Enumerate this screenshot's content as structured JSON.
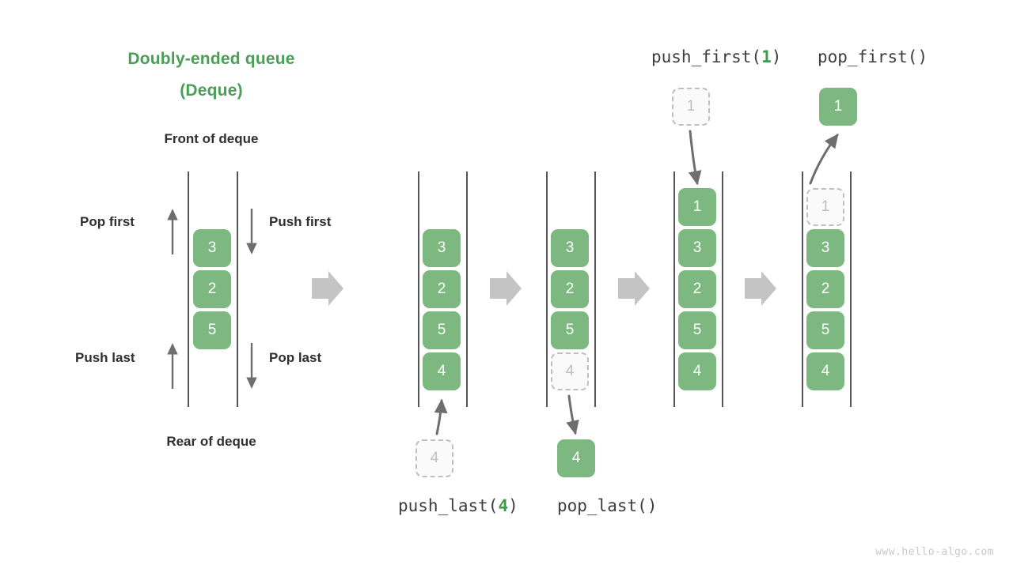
{
  "title": {
    "line1": "Doubly-ended queue",
    "line2": "(Deque)"
  },
  "labels": {
    "front": "Front of deque",
    "rear": "Rear of deque",
    "pop_first": "Pop first",
    "push_first": "Push first",
    "push_last": "Push last",
    "pop_last": "Pop last"
  },
  "operations": {
    "push_first": {
      "name": "push_first(",
      "arg": "1",
      "close": ")"
    },
    "pop_first": {
      "name": "pop_first(",
      "arg": "",
      "close": ")"
    },
    "push_last": {
      "name": "push_last(",
      "arg": "4",
      "close": ")"
    },
    "pop_last": {
      "name": "pop_last(",
      "arg": "",
      "close": ")"
    }
  },
  "colors": {
    "accent_green": "#7cb87f",
    "title_green": "#4a9e56",
    "arg_green": "#3f9c4f",
    "ghost_border": "#bfbfbf",
    "ghost_fill": "#fafafa",
    "rail": "#555555",
    "flow_arrow": "#c4c4c4",
    "motion_arrow": "#6e6e6e",
    "text": "#2f2f2f",
    "watermark": "#c9c9c9"
  },
  "watermark": "www.hello-algo.com",
  "panels": [
    {
      "id": "panel-overview",
      "name": "deque-overview",
      "cells": [
        {
          "value": "3",
          "ghost": false
        },
        {
          "value": "2",
          "ghost": false
        },
        {
          "value": "5",
          "ghost": false
        }
      ]
    },
    {
      "id": "panel-push-last-before",
      "name": "deque-after-push-last",
      "cells": [
        {
          "value": "3",
          "ghost": false
        },
        {
          "value": "2",
          "ghost": false
        },
        {
          "value": "5",
          "ghost": false
        },
        {
          "value": "4",
          "ghost": false
        }
      ],
      "floating": {
        "value": "4",
        "ghost": true,
        "position": "bottom-left"
      }
    },
    {
      "id": "panel-pop-last",
      "name": "deque-pop-last",
      "cells": [
        {
          "value": "3",
          "ghost": false
        },
        {
          "value": "2",
          "ghost": false
        },
        {
          "value": "5",
          "ghost": false
        },
        {
          "value": "4",
          "ghost": true
        }
      ],
      "floating": {
        "value": "4",
        "ghost": false,
        "position": "bottom"
      }
    },
    {
      "id": "panel-push-first",
      "name": "deque-after-push-first",
      "cells": [
        {
          "value": "1",
          "ghost": false
        },
        {
          "value": "3",
          "ghost": false
        },
        {
          "value": "2",
          "ghost": false
        },
        {
          "value": "5",
          "ghost": false
        },
        {
          "value": "4",
          "ghost": false
        }
      ],
      "floating": {
        "value": "1",
        "ghost": true,
        "position": "top-left"
      }
    },
    {
      "id": "panel-pop-first",
      "name": "deque-pop-first",
      "cells": [
        {
          "value": "1",
          "ghost": true
        },
        {
          "value": "3",
          "ghost": false
        },
        {
          "value": "2",
          "ghost": false
        },
        {
          "value": "5",
          "ghost": false
        },
        {
          "value": "4",
          "ghost": false
        }
      ],
      "floating": {
        "value": "1",
        "ghost": false,
        "position": "top"
      }
    }
  ],
  "flow_arrows": 4
}
